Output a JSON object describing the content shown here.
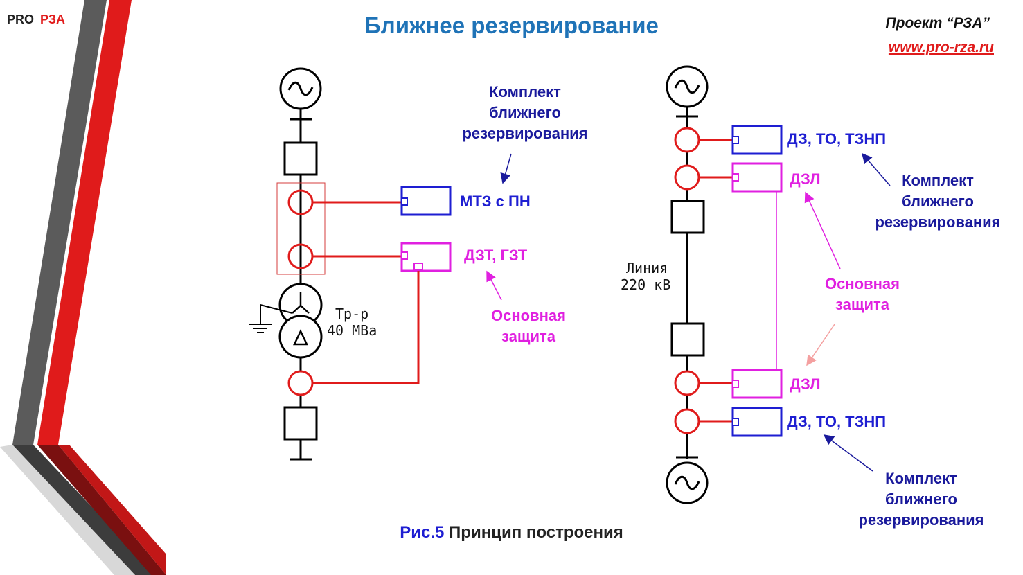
{
  "logo": {
    "pro": "PRO",
    "rza": "РЗА"
  },
  "header": {
    "title": "Ближнее резервирование",
    "project": "Проект “РЗА”",
    "site": "www.pro-rza.ru"
  },
  "left": {
    "kit_label": [
      "Комплект",
      "ближнего",
      "резервирования"
    ],
    "relay_mtz": "МТЗ с ПН",
    "relay_dzt": "ДЗТ, ГЗТ",
    "main_protection": [
      "Основная",
      "защита"
    ],
    "transformer": [
      "Тр-р",
      "40 МВа"
    ]
  },
  "right": {
    "relay_top_1": "ДЗ, ТО, ТЗНП",
    "relay_top_2": "ДЗЛ",
    "relay_bottom_1": "ДЗЛ",
    "relay_bottom_2": "ДЗ, ТО, ТЗНП",
    "kit_label_top": [
      "Комплект",
      "ближнего",
      "резервирования"
    ],
    "kit_label_bottom": [
      "Комплект",
      "ближнего",
      "резервирования"
    ],
    "main_protection": [
      "Основная",
      "защита"
    ],
    "line": [
      "Линия",
      "220 кВ"
    ]
  },
  "caption": {
    "fig": "Рис.5",
    "text": "Принцип построения"
  },
  "colors": {
    "red": "#e01b1b",
    "blue": "#1e1ed2",
    "magenta": "#e020e0",
    "title": "#1f73b7"
  }
}
